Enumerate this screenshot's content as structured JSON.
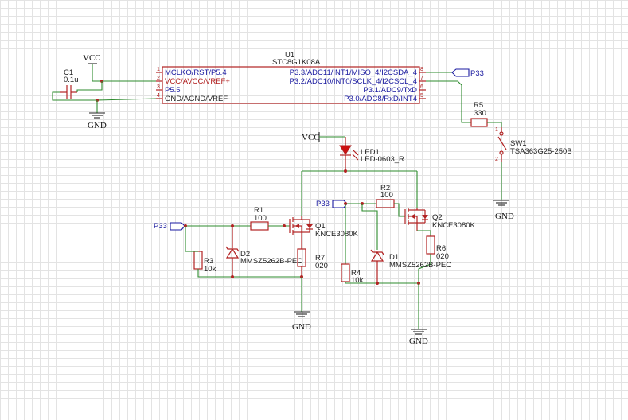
{
  "u1": {
    "ref": "U1",
    "part": "STC8G1K08A",
    "pin_nums_left": [
      "1",
      "2",
      "3",
      "4"
    ],
    "pin_nums_right": [
      "8",
      "7",
      "6",
      "5"
    ],
    "pins_left": [
      "MCLKO/RST/P5.4",
      "VCC/AVCC/VREF+",
      "P5.5",
      "GND/AGND/VREF-"
    ],
    "pins_right": [
      "P3.3/ADC11/INT1/MISO_4/I2CSDA_4",
      "P3.2/ADC10/INT0/SCLK_4/I2CSCL_4",
      "P3.1/ADC9/TxD",
      "P3.0/ADC8/RxD/INT4"
    ]
  },
  "c1": {
    "ref": "C1",
    "value": "0.1u"
  },
  "r5": {
    "ref": "R5",
    "value": "330"
  },
  "sw1": {
    "ref": "SW1",
    "part": "TSA363G25-250B",
    "pin1": "1",
    "pin2": "2"
  },
  "led1": {
    "ref": "LED1",
    "part": "LED-0603_R"
  },
  "r1": {
    "ref": "R1",
    "value": "100"
  },
  "r2": {
    "ref": "R2",
    "value": "100"
  },
  "r3": {
    "ref": "R3",
    "value": "10k"
  },
  "r4": {
    "ref": "R4",
    "value": "10k"
  },
  "r6": {
    "ref": "R6",
    "value": "020"
  },
  "r7": {
    "ref": "R7",
    "value": "020"
  },
  "q1": {
    "ref": "Q1",
    "part": "KNCE3080K"
  },
  "q2": {
    "ref": "Q2",
    "part": "KNCE3080K"
  },
  "d1": {
    "ref": "D1",
    "part": "MMSZ5262B-PEC"
  },
  "d2": {
    "ref": "D2",
    "part": "MMSZ5262B-PEC"
  },
  "power": {
    "vcc": "VCC",
    "gnd": "GND"
  },
  "net": {
    "p33": "P33"
  }
}
